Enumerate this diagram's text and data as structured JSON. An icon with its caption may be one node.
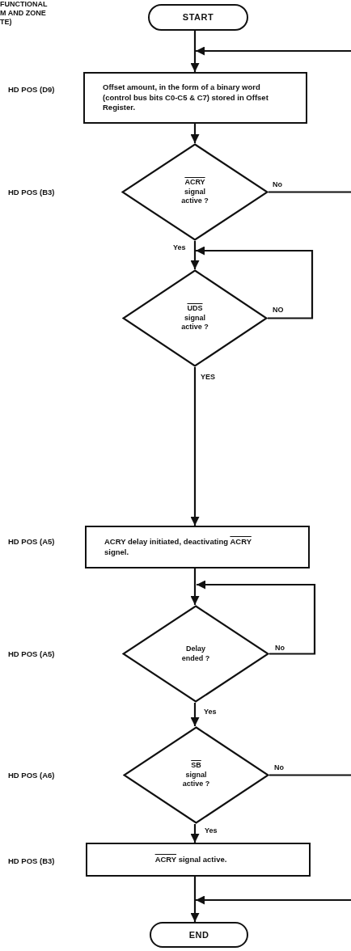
{
  "diagram": {
    "nodes": [
      {
        "text": [
          "START"
        ]
      },
      {
        "text": [
          "Offset amount, in the form of a binary word (control bus bits C0-C5 & C7) stored in Offset Register."
        ]
      },
      {
        "text": [
          "ACRY",
          "signal active ?"
        ]
      },
      {
        "text": [
          "UDS",
          "signal active ?"
        ]
      },
      {
        "text": [
          "ACRY delay initiated, deactivating",
          "ACRY",
          "signel."
        ]
      },
      {
        "text": [
          "Delay ended ?"
        ]
      },
      {
        "text": [
          "SB",
          "signal active ?"
        ]
      },
      {
        "text": [
          "ACRY",
          "signal active."
        ]
      },
      {
        "text": [
          "END"
        ]
      }
    ],
    "edges": [
      {
        "from": 0,
        "to": 1,
        "arrow": "to"
      },
      {
        "from": null,
        "to": 1,
        "arrow": "to"
      },
      {
        "from": 1,
        "to": 2,
        "arrow": "to"
      },
      {
        "from": 2,
        "to": null,
        "arrow": "none",
        "label": "No"
      },
      {
        "from": 2,
        "to": 3,
        "arrow": "to",
        "label": "Yes"
      },
      {
        "from": 3,
        "to": 3,
        "arrow": "to",
        "label": "NO"
      },
      {
        "from": 3,
        "to": 4,
        "arrow": "to",
        "label": "YES"
      },
      {
        "from": 4,
        "to": 5,
        "arrow": "to"
      },
      {
        "from": 5,
        "to": 5,
        "arrow": "to",
        "label": "No"
      },
      {
        "from": 5,
        "to": 6,
        "arrow": "to",
        "label": "Yes"
      },
      {
        "from": 6,
        "to": null,
        "arrow": "none",
        "label": "No"
      },
      {
        "from": 6,
        "to": 7,
        "arrow": "to",
        "label": "Yes"
      },
      {
        "from": 7,
        "to": 8,
        "arrow": "to"
      },
      {
        "from": null,
        "to": 8,
        "arrow": "to"
      }
    ],
    "labels": [
      "FUNCTIONAL M AND ZONE TE)",
      "HD POS (D9)",
      "HD POS (B3)",
      "HD POS (A5)",
      "HD POS (A5)",
      "HD POS (A6)",
      "HD POS (B3)"
    ]
  }
}
